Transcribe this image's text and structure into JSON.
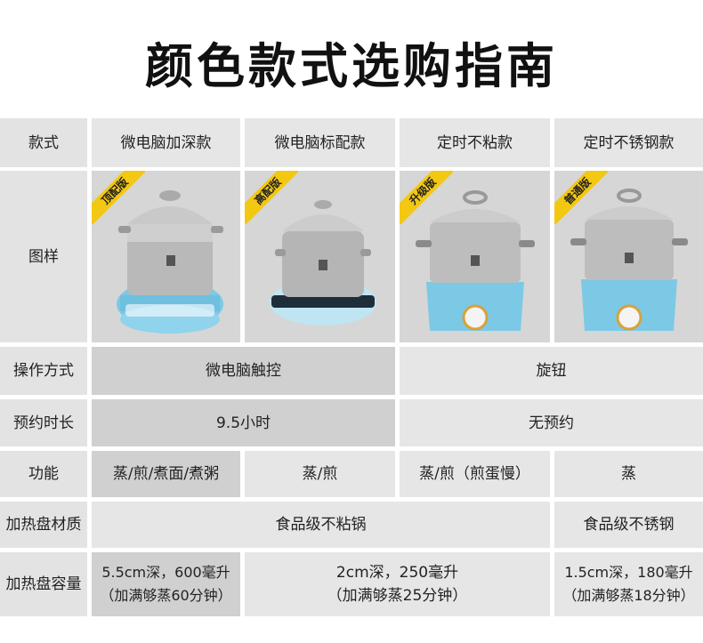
{
  "title": "颜色款式选购指南",
  "rows": {
    "style_label": "款式",
    "image_label": "图样",
    "operation_label": "操作方式",
    "reserve_label": "预约时长",
    "function_label": "功能",
    "material_label": "加热盘材质",
    "capacity_label": "加热盘容量"
  },
  "models": [
    {
      "name": "微电脑加深款",
      "badge": "顶配版"
    },
    {
      "name": "微电脑标配款",
      "badge": "高配版"
    },
    {
      "name": "定时不粘款",
      "badge": "升级版"
    },
    {
      "name": "定时不锈钢款",
      "badge": "普通版"
    }
  ],
  "operation": {
    "computer": "微电脑触控",
    "knob": "旋钮"
  },
  "reserve": {
    "computer": "9.5小时",
    "knob": "无预约"
  },
  "functions": [
    "蒸/煎/煮面/煮粥",
    "蒸/煎",
    "蒸/煎（煎蛋慢）",
    "蒸"
  ],
  "material": {
    "nonstick": "食品级不粘锅",
    "steel": "食品级不锈钢"
  },
  "capacity": {
    "deep_line1": "5.5cm深，600毫升",
    "deep_line2": "（加满够蒸60分钟）",
    "mid_line1": "2cm深，250毫升",
    "mid_line2": "（加满够蒸25分钟）",
    "steel_line1": "1.5cm深，180毫升",
    "steel_line2": "（加满够蒸18分钟）"
  },
  "colors": {
    "label_bg": "#e3e3e3",
    "cell_grey": "#d0d0d0",
    "cell_light": "#e6e6e6",
    "badge": "#f3c812",
    "appliance_blue": "#7cc9e6"
  }
}
